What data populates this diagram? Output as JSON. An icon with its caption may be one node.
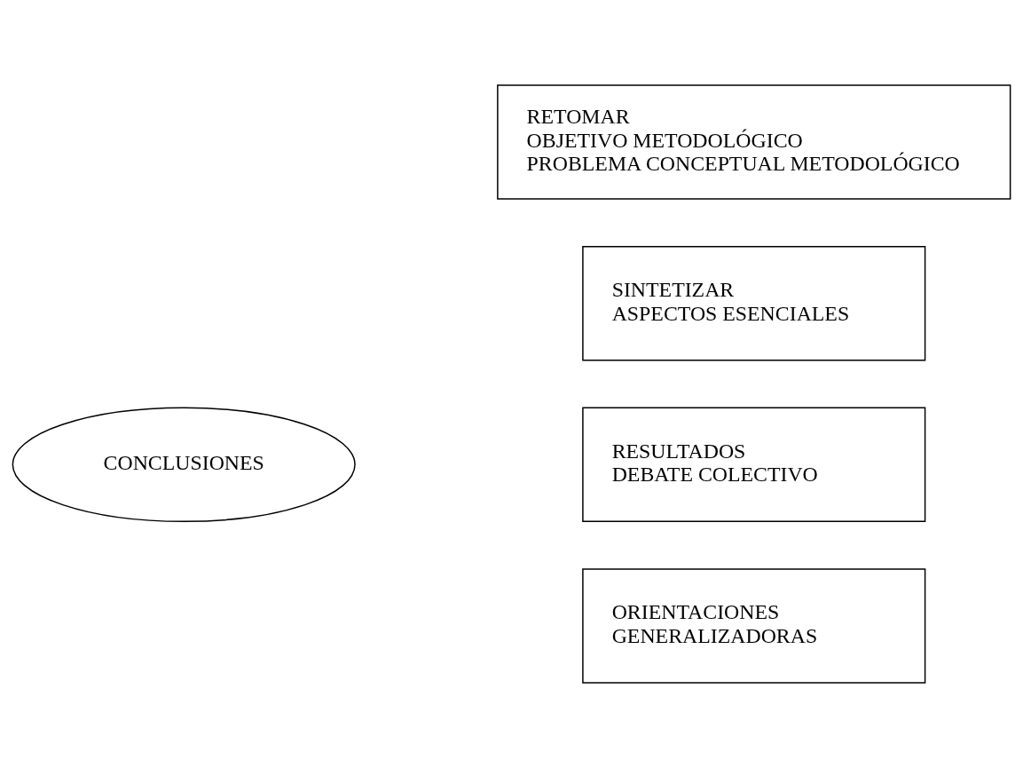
{
  "diagram": {
    "nodes": [
      {
        "text": [
          "CONCLUSIONES"
        ]
      },
      {
        "text": [
          "RETOMAR",
          "OBJETIVO METODOLÓGICO",
          "PROBLEMA CONCEPTUAL METODOLÓGICO"
        ]
      },
      {
        "text": [
          "SINTETIZAR",
          "ASPECTOS ESENCIALES"
        ]
      },
      {
        "text": [
          "RESULTADOS",
          "DEBATE COLECTIVO"
        ]
      },
      {
        "text": [
          "ORIENTACIONES",
          "GENERALIZADORAS"
        ]
      }
    ]
  }
}
